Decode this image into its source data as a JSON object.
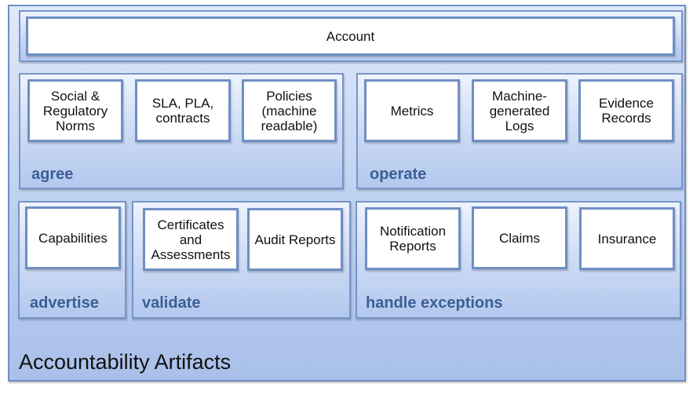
{
  "title": "Accountability Artifacts",
  "account": "Account",
  "groups": {
    "agree": {
      "label": "agree",
      "items": [
        "Social & Regulatory Norms",
        "SLA, PLA, contracts",
        "Policies (machine readable)"
      ]
    },
    "operate": {
      "label": "operate",
      "items": [
        "Metrics",
        "Machine-generated Logs",
        "Evidence Records"
      ]
    },
    "advertise": {
      "label": "advertise",
      "items": [
        "Capabilities"
      ]
    },
    "validate": {
      "label": "validate",
      "items": [
        "Certificates and Assessments",
        "Audit Reports"
      ]
    },
    "handle_exceptions": {
      "label": "handle exceptions",
      "items": [
        "Notification Reports",
        "Claims",
        "Insurance"
      ]
    }
  },
  "colors": {
    "border": "#6f8fc4",
    "label": "#3b5f93"
  }
}
